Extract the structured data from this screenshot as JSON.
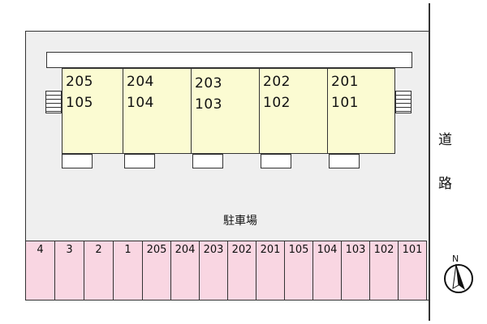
{
  "building": {
    "units": [
      {
        "upper": "205",
        "lower": "105"
      },
      {
        "upper": "204",
        "lower": "104"
      },
      {
        "upper": "203",
        "lower": "103"
      },
      {
        "upper": "202",
        "lower": "102"
      },
      {
        "upper": "201",
        "lower": "101"
      }
    ]
  },
  "parking": {
    "label": "駐車場",
    "spaces": [
      "4",
      "3",
      "2",
      "1",
      "205",
      "204",
      "203",
      "202",
      "201",
      "105",
      "104",
      "103",
      "102",
      "101"
    ]
  },
  "road": {
    "chars": [
      "道",
      "路"
    ]
  },
  "compass": {
    "label": "N"
  },
  "colors": {
    "unit_fill": "#fbfbd2",
    "parking_fill": "#f9d6e2",
    "lot_fill": "#efefef"
  }
}
